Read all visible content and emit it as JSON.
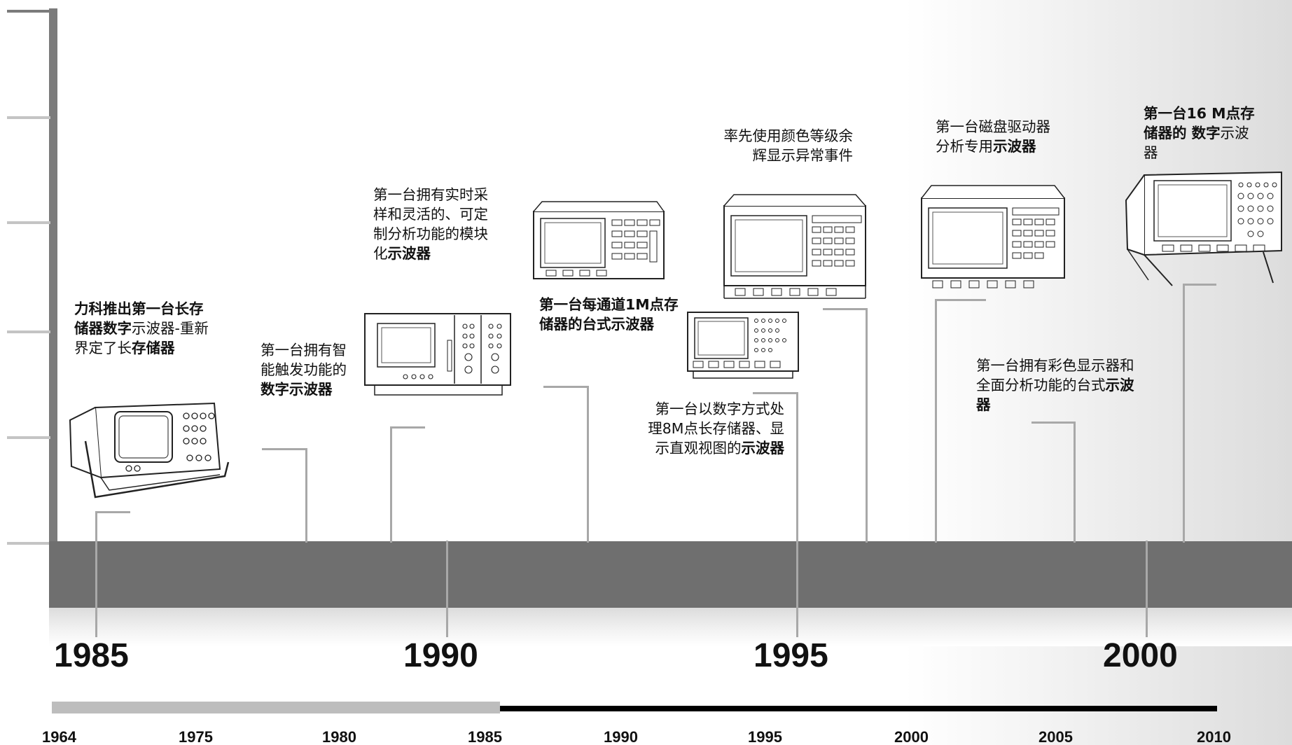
{
  "milestones": [
    {
      "line1": "力科推出第一台长",
      "b1": "存",
      "line2a": "储器",
      "b2": "数字",
      "line2c": "示波器-重新",
      "line3a": "界定了长",
      "b3": "存储器"
    },
    {
      "text": "第一台拥有智\n能触发功能的",
      "bold": "数字示波器"
    },
    {
      "text": "第一台拥有实时采\n样和灵活的、可定\n制分析功能的模块\n化",
      "bold": "示波器"
    },
    {
      "text": "第一台每通道1M点存\n储器的台式示",
      "bold": "波器"
    },
    {
      "text": "第一台以数字方式处\n理8M点长存储器、显\n示直观视图的",
      "bold": "示波器"
    },
    {
      "text": "率先使用颜色等级余\n辉显示异常事件"
    },
    {
      "text": "第一台磁盘驱动器\n分析专用",
      "bold": "示波器"
    },
    {
      "text": "第一台拥有彩色显示器和\n全面分析功能的台式",
      "bold": "示波\n器"
    },
    {
      "text": "第一台16 M点存\n储器的 ",
      "bold": "数字",
      "tail": "示波\n器"
    }
  ],
  "major_years": [
    "1985",
    "1990",
    "1995",
    "2000"
  ],
  "scale_years": [
    "1964",
    "1975",
    "1980",
    "1985",
    "1990",
    "1995",
    "2000",
    "2005",
    "2010"
  ],
  "colors": {
    "band": "#6f6f6f",
    "axis": "#7b7b7b",
    "connector": "#a8a8a8",
    "scale_past": "#bdbdbd",
    "scale_future": "#000000"
  }
}
